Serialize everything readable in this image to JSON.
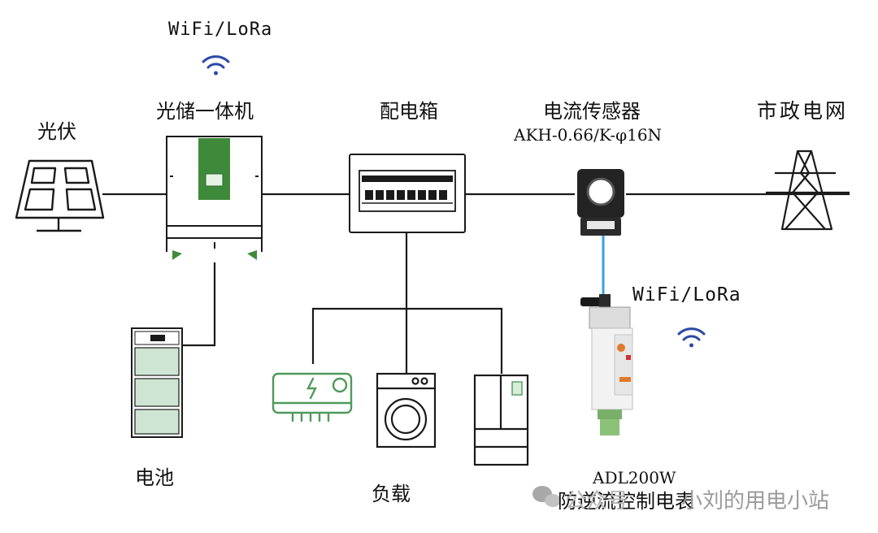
{
  "labels": {
    "pv": "光伏",
    "inverter": "光储一体机",
    "distribution_box": "配电箱",
    "current_sensor": "电流传感器",
    "sensor_model": "AKH-0.66/K-φ16N",
    "grid": "市政电网",
    "battery": "电池",
    "load": "负载",
    "meter_model": "ADL200W",
    "meter_name": "防逆流控制电表",
    "wifi_top": "WiFi/LoRa",
    "wifi_right": "WiFi/LoRa"
  },
  "watermark": {
    "prefix": "公众号",
    "name": "小刘的用电小站"
  },
  "colors": {
    "line": "#1a1a1a",
    "inverter_green": "#3f8a3a",
    "battery_fill": "#cfe5d3",
    "appliance_green": "#4f9a5a",
    "wifi_blue": "#2d4aa8",
    "signal_blue": "#3aa0e0"
  },
  "icons": [
    "solar-panel-icon",
    "wifi-icon",
    "tower-icon",
    "air-conditioner-icon",
    "washing-machine-icon",
    "refrigerator-icon",
    "wechat-icon"
  ]
}
